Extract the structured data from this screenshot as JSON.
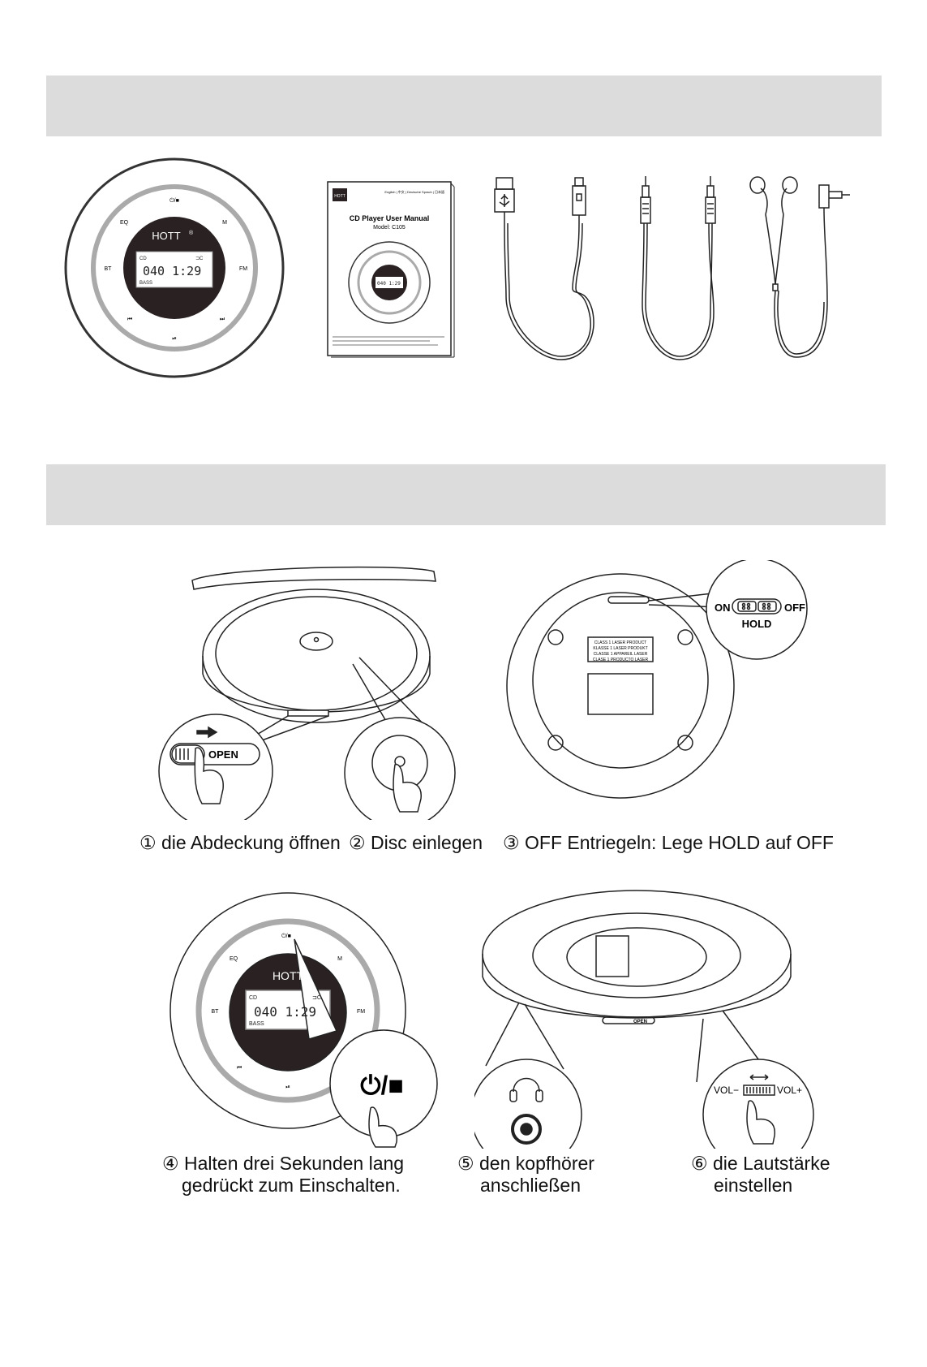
{
  "device": {
    "brand": "HOTT",
    "reg": "®",
    "lcd_time": "040 1:29",
    "lcd_cd": "CD",
    "lcd_bass": "BASS",
    "lcd_batt": "⊐C",
    "buttons": {
      "power": "⏻/■",
      "eq": "EQ",
      "m": "M",
      "bt": "BT",
      "fm": "FM",
      "prev": "⏮",
      "next": "⏭",
      "play": "⏯"
    }
  },
  "manual": {
    "languages": "English | 中文 | Deutsche Sprach | 日本語",
    "title": "CD Player User Manual",
    "model": "Model:  C105"
  },
  "steps": {
    "s1": "① die Abdeckung öffnen",
    "s2": "② Disc einlegen",
    "s3": "③ OFF Entriegeln: Lege HOLD auf OFF",
    "s4_line1": "④ Halten drei Sekunden lang",
    "s4_line2": "gedrückt zum Einschalten.",
    "s5_line1": "⑤ den kopfhörer",
    "s5_line2": "anschließen",
    "s6_line1": "⑥ die Lautstärke",
    "s6_line2": "einstellen"
  },
  "callouts": {
    "open": "OPEN",
    "on": "ON",
    "off": "OFF",
    "hold": "HOLD",
    "vol_minus": "VOL−",
    "vol_plus": "VOL+",
    "laser_label": [
      "CLASS 1 LASER PRODUCT",
      "KLASSE 1 LASER PRODUKT",
      "CLASSE 1 APPAREIL LASER",
      "CLASE 1 PRODUCTO LASER"
    ]
  }
}
